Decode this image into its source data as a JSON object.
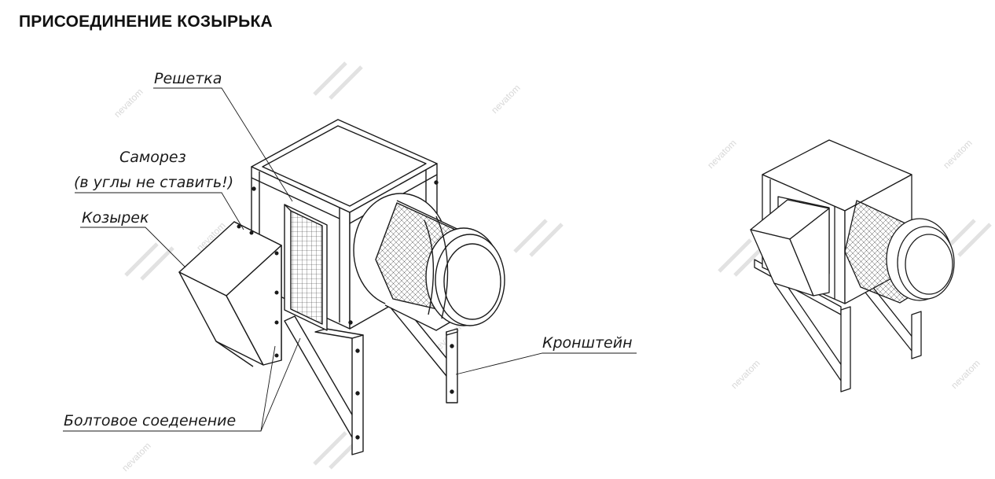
{
  "title": "ПРИСОЕДИНЕНИЕ КОЗЫРЬКА",
  "labels": {
    "grille": "Решетка",
    "screw": "Саморез",
    "screw_note": "(в углы не ставить!)",
    "hood": "Козырек",
    "bracket": "Кронштейн",
    "bolt_joint": "Болтовое соеденение"
  },
  "watermark": "nevatom",
  "colors": {
    "line": "#1a1a1a",
    "watermark": "#d8d8d8",
    "text": "#111111"
  }
}
